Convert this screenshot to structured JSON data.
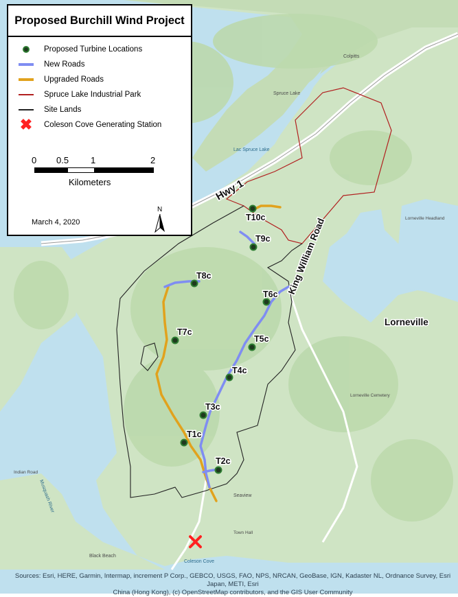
{
  "legend": {
    "title": "Proposed Burchill Wind Project",
    "items": [
      {
        "symbol": "turbine-dot",
        "label": "Proposed Turbine Locations"
      },
      {
        "symbol": "blue-line",
        "label": "New Roads",
        "color": "#7f8df2"
      },
      {
        "symbol": "orange-line",
        "label": "Upgraded Roads",
        "color": "#e1a21d"
      },
      {
        "symbol": "red-line",
        "label": "Spruce Lake Industrial Park",
        "color": "#b11f1f"
      },
      {
        "symbol": "black-line",
        "label": "Site Lands",
        "color": "#222222"
      },
      {
        "symbol": "red-x",
        "label": "Coleson Cove Generating Station",
        "color": "#ff2020"
      }
    ],
    "scale": {
      "ticks": [
        "0",
        "0.5",
        "1",
        "2"
      ],
      "unit": "Kilometers"
    },
    "date": "March 4, 2020",
    "north_label": "N"
  },
  "map": {
    "roads": {
      "hwy1": "Hwy 1",
      "king_william": "King William Road"
    },
    "places": {
      "lorneville": "Lorneville",
      "spruce_lake": "Spruce Lake",
      "lac_spruce": "Lac Spruce Lake",
      "colpitts": "Colpitts",
      "lorneville_headland": "Lorneville Headland",
      "lorneville_cemetery": "Lorneville Cemetery",
      "black_beach": "Black Beach",
      "coleson_cove": "Coleson Cove",
      "seaview": "Seaview",
      "town_hall": "Town Hall",
      "musquash_river": "Musquash River",
      "indian_road": "Indian Road"
    },
    "turbines": [
      "T1c",
      "T2c",
      "T3c",
      "T4c",
      "T5c",
      "T6c",
      "T7c",
      "T8c",
      "T9c",
      "T10c"
    ]
  },
  "footer": {
    "sources_line1": "Sources: Esri, HERE, Garmin, Intermap, increment P Corp., GEBCO, USGS, FAO, NPS, NRCAN, GeoBase, IGN, Kadaster NL, Ordnance Survey, Esri Japan, METI, Esri",
    "sources_line2": "China (Hong Kong), (c) OpenStreetMap contributors, and the GIS User Community"
  },
  "colors": {
    "water": "#bfe0ee",
    "land": "#cfe4c4",
    "forest": "#b9d7a9",
    "new_road": "#7f8df2",
    "upgraded_road": "#e1a21d",
    "industrial_park": "#b11f1f"
  }
}
